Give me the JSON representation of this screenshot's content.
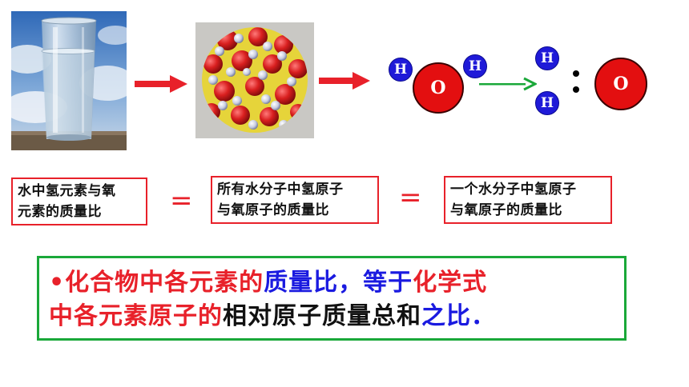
{
  "diagram": {
    "atoms": {
      "hydrogen_symbol": "H",
      "oxygen_symbol": "O"
    },
    "ratio_separator": ":"
  },
  "boxes": {
    "box1": {
      "line1": "水中氢元素与氧",
      "line2": "元素的质量比"
    },
    "equals1": "=",
    "box2": {
      "line1": "所有水分子中氢原子",
      "line2": "与氧原子的质量比"
    },
    "equals2": "=",
    "box3": {
      "line1": "一个水分子中氢原子",
      "line2": "与氧原子的质量比"
    }
  },
  "summary": {
    "seg1": "•化合物中各元素的",
    "seg2": "质量比",
    "seg3": "，等于",
    "seg4": "化学式",
    "seg5": "中各元素原子的",
    "seg6": "相对原子质量总和",
    "seg7": "之比",
    "seg8": "．"
  },
  "colors": {
    "red": "#e8212a",
    "blue": "#1a1ae0",
    "green": "#1aa839",
    "hydrogen": "#1f1ad8",
    "oxygen": "#e30f10"
  }
}
